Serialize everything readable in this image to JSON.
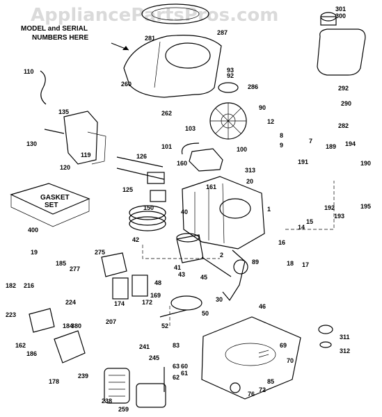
{
  "watermark": "AppliancePartsPros.com",
  "callout": {
    "line1": "MODEL and SERIAL",
    "line2": "NUMBERS HERE"
  },
  "gasket_set": {
    "line1": "GASKET",
    "line2": "SET"
  },
  "part_numbers": [
    "301",
    "300",
    "281",
    "287",
    "110",
    "260",
    "93",
    "92",
    "286",
    "292",
    "290",
    "282",
    "135",
    "262",
    "90",
    "12",
    "130",
    "103",
    "101",
    "100",
    "8",
    "9",
    "7",
    "189",
    "194",
    "120",
    "119",
    "126",
    "160",
    "191",
    "190",
    "313",
    "20",
    "125",
    "161",
    "195",
    "400",
    "150",
    "40",
    "1",
    "192",
    "193",
    "15",
    "14",
    "42",
    "19",
    "185",
    "275",
    "277",
    "41",
    "43",
    "2",
    "16",
    "17",
    "18",
    "89",
    "182",
    "216",
    "48",
    "45",
    "174",
    "172",
    "169",
    "30",
    "46",
    "224",
    "223",
    "52",
    "50",
    "162",
    "186",
    "184",
    "380",
    "207",
    "83",
    "178",
    "239",
    "241",
    "245",
    "63",
    "62",
    "60",
    "61",
    "311",
    "312",
    "238",
    "259",
    "69",
    "70",
    "76",
    "72",
    "85"
  ]
}
